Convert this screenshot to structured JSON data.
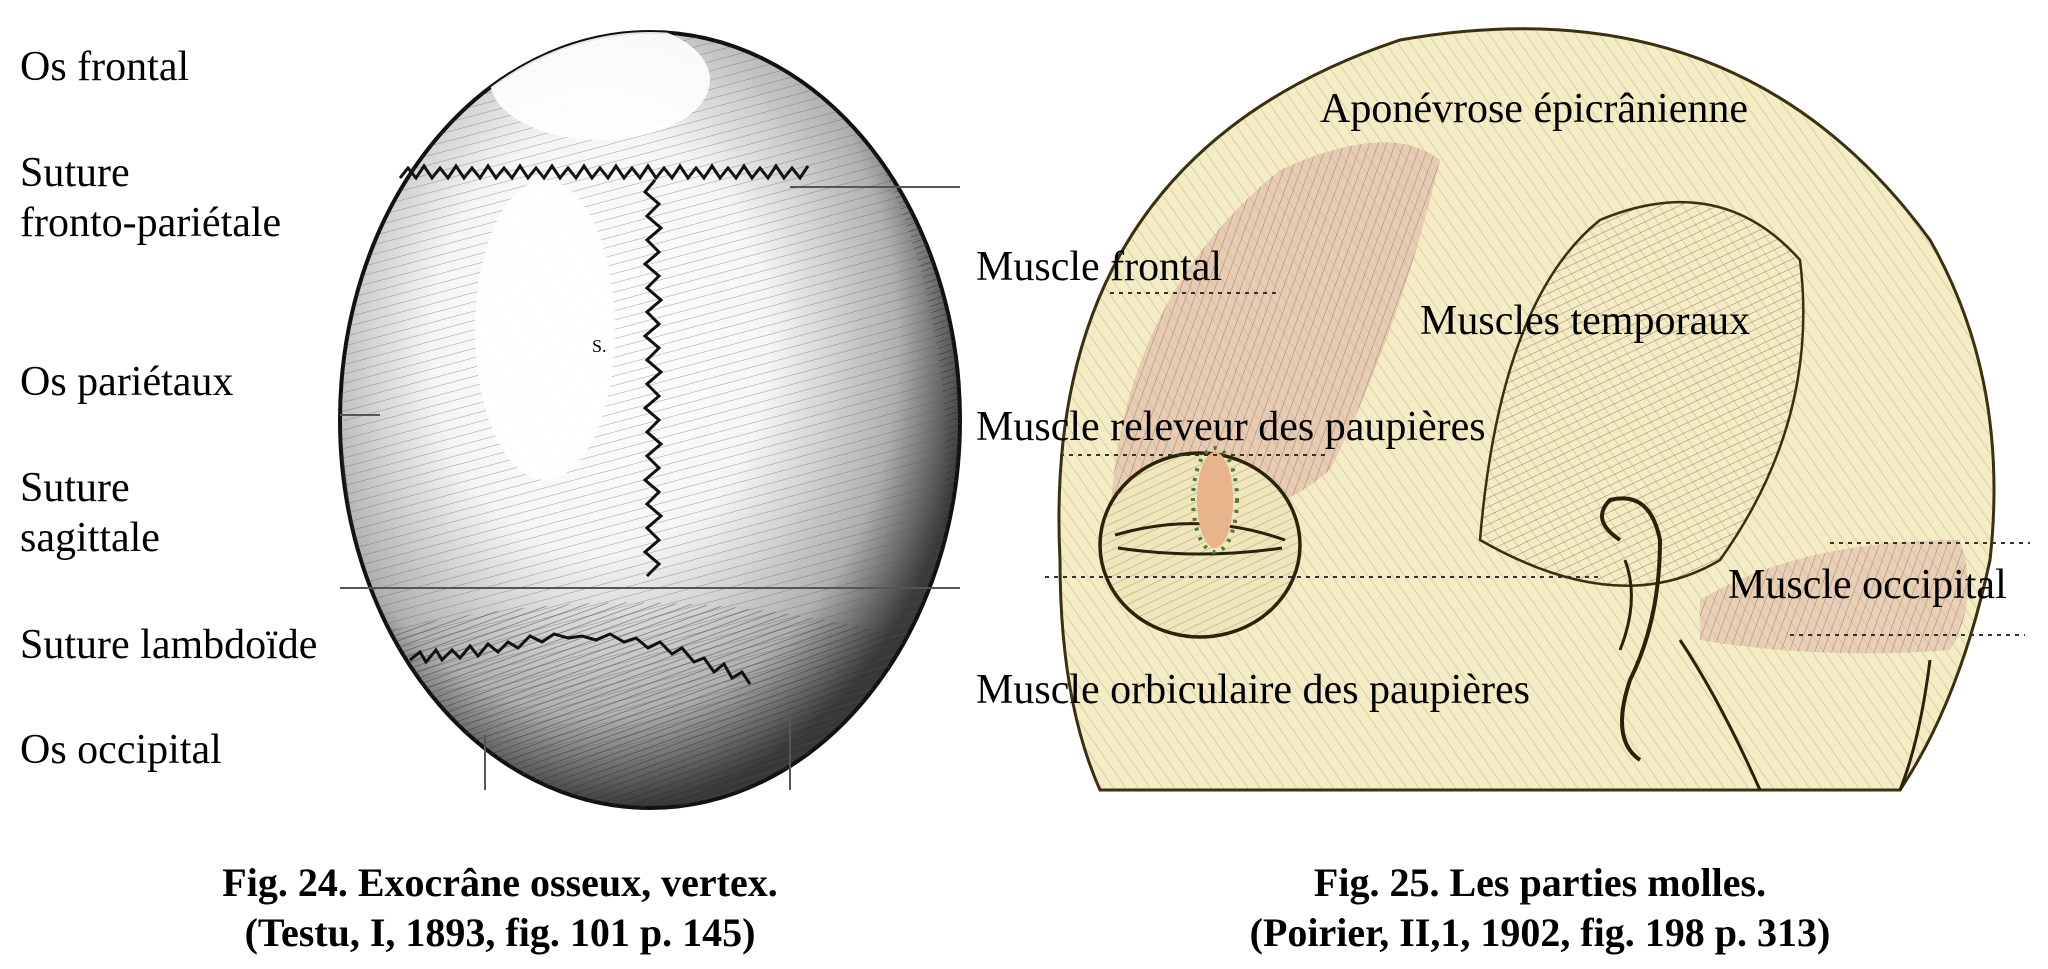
{
  "figure_left": {
    "labels": {
      "os_frontal": "Os frontal",
      "suture_fronto_parietale": "Suture\nfronto-pariétale",
      "os_parietaux": "Os pariétaux",
      "suture_sagittale": "Suture\nsagittale",
      "suture_lambdoide": "Suture lambdoïde",
      "os_occipital": "Os occipital",
      "skull_mark": "S."
    },
    "caption_line1": "Fig. 24. Exocrâne osseux, vertex.",
    "caption_line2": "(Testu, I, 1893, fig. 101 p. 145)"
  },
  "figure_right": {
    "labels": {
      "aponevrose": "Aponévrose épicrânienne",
      "muscle_frontal": "Muscle frontal",
      "muscles_temporaux": "Muscles temporaux",
      "muscle_releveur": "Muscle releveur des paupières",
      "muscle_occipital": "Muscle occipital",
      "muscle_orbiculaire": "Muscle orbiculaire des paupières"
    },
    "caption_line1": "Fig. 25. Les parties molles.",
    "caption_line2": "(Poirier, II,1, 1902, fig. 198 p. 313)"
  },
  "colors": {
    "ink": "#000000",
    "skull_shading": "#2a2a2a",
    "soft_tissue_base": "#f4ecc4",
    "muscle_line": "#6b5a2a",
    "muscle_tint": "#d9a4a0",
    "eyelid_highlight": "#e8b48c",
    "eyelid_dots": "#4f7a3a"
  }
}
